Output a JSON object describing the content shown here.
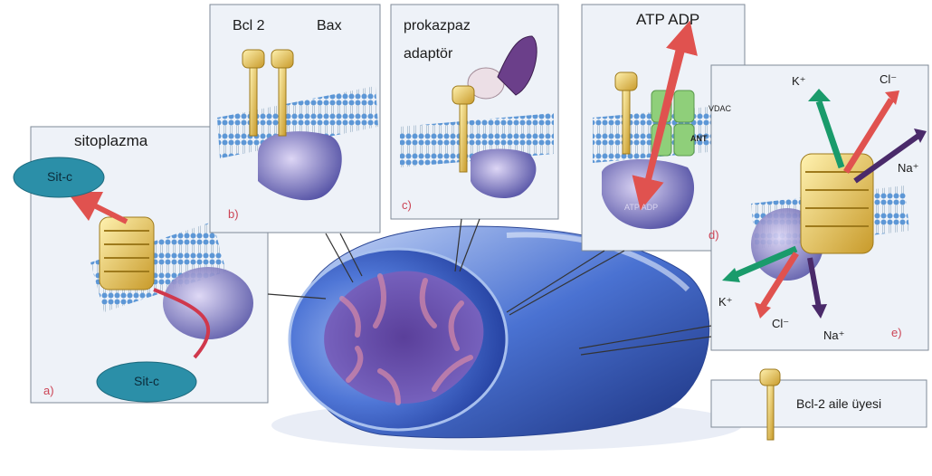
{
  "panels": {
    "a": {
      "letter": "a)",
      "title": "sitoplazma",
      "top_oval": "Sit-c",
      "bottom_oval": "Sit-c"
    },
    "b": {
      "letter": "b)",
      "left_label": "Bcl 2",
      "right_label": "Bax"
    },
    "c": {
      "letter": "c)",
      "label_top": "prokazpaz",
      "label_bottom": "adaptör"
    },
    "d": {
      "letter": "d)",
      "title": "ATP ADP",
      "vdac": "VDAC",
      "ant": "ANT",
      "inner": "ATP ADP"
    },
    "e": {
      "letter": "e)",
      "k_top": "K⁺",
      "cl_top": "Cl⁻",
      "na_top": "Na⁺",
      "k_bottom": "K⁺",
      "cl_bottom": "Cl⁻",
      "na_bottom": "Na⁺"
    }
  },
  "legend": {
    "label": "Bcl-2 aile üyesi"
  },
  "colors": {
    "arrow_red": "#e0524f",
    "arrow_green": "#1a9b6b",
    "arrow_purple": "#4a2a6a",
    "oval_teal": "#2b8fa8",
    "protein_yellow": "#e8c862",
    "membrane_blue": "#7fb4e0",
    "mitochondrion_blue": "#3b63c4",
    "vdac_green": "#8fcf7a"
  }
}
